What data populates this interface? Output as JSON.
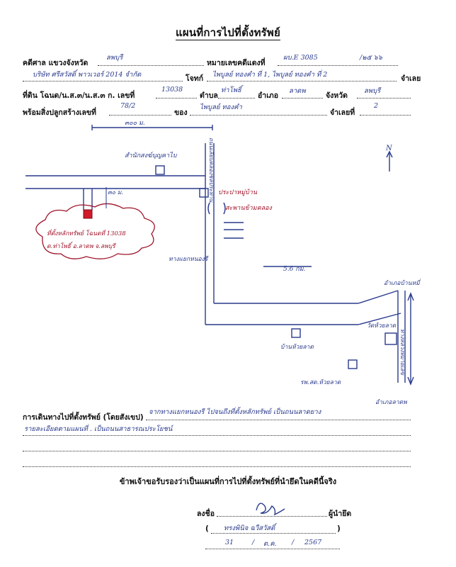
{
  "title": "แผนที่การไปที่ตั้งทรัพย์",
  "form": {
    "court_label": "คดีศาล แขวงจังหวัด",
    "court_value": "ลพบุรี",
    "case_no_label": "หมายเลขคดีแดงที่",
    "case_no_value": "ผบ.E 3085",
    "case_year": "/๒๕ ๖๖",
    "plaintiff_value": "บริษัท ศรีสวัสดิ์ พาวเวอร์ 2014 จำกัด",
    "plaintiff_label": "โจทก์",
    "defendant_value": "ไพบูลย์ ทองคำ ที่ 1, ไพบูลย์ ทองคำ ที่ 2",
    "defendant_label": "จำเลย",
    "land_label": "ที่ดิน โฉนด/น.ส.๓/น.ส.๓ ก. เลขที่",
    "land_no": "13038",
    "subdistrict_label": "ตำบล",
    "subdistrict_value": "ท่าโพธิ์",
    "district_label": "อำเภอ",
    "district_value": "ลาดพ",
    "province_label": "จังหวัด",
    "province_value": "ลพบุรี",
    "building_label": "พร้อมสิ่งปลูกสร้างเลขที่",
    "building_no": "78/2",
    "owner_label": "ของ",
    "owner_value": "ไพบูลย์ ทองคำ",
    "defendant_no_label": "จำเลยที่",
    "defendant_no_value": "2"
  },
  "map": {
    "dist_top": "๓๐๐ ม.",
    "dist_30": "๓๐ ม.",
    "dist_right": "5.6 กม.",
    "north": "N",
    "lm_office": "สำนักสงฆ์บุญคาไบ",
    "lm_canal_road": "ถนนเลียบคลองชลประทาน",
    "lm_gate": "ประปาหมู่บ้าน",
    "lm_bridge": "สะพานข้ามคลอง",
    "property_note_1": "ที่ตั้งหลักทรัพย์ โฉนดที่ 13038",
    "property_note_2": "ต.ท่าโพธิ์ อ.ลาดพ จ.ลพบุรี",
    "lm_junction": "ทางแยกหนองรี",
    "lm_right_town": "อำเภอบ้านหมี่",
    "lm_temple": "วัดห้วยลาด",
    "lm_school": "บ้านห้วยลาด",
    "lm_hospital": "รพ.สต.ห้วยลาด",
    "lm_highway": "ทางหลวงหมายเลข",
    "lm_bottom_town": "อำเภอลาดพ"
  },
  "directions": {
    "label": "การเดินทางไปที่ตั้งทรัพย์ (โดยสังเขป)",
    "line1": "จากทางแยกหนองรี ไปจนถึงที่ตั้งหลักทรัพย์ เป็นถนนลาดยาง",
    "line2": "รายละเอียดตามแผนที่ . เป็นถนนสาธารณประโยชน์"
  },
  "certification": "ข้าพเจ้าขอรับรองว่าเป็นแผนที่การไปที่ตั้งทรัพย์ที่นำยึดในคดีนี้จริง",
  "signature": {
    "sign_label": "ลงชื่อ",
    "role": "ผู้นำยึด",
    "name_value": "ทรงพินิจ ฉวีสวัสดิ์",
    "open_paren": "(",
    "close_paren": ")",
    "date_d": "31",
    "date_m": "ต.ค.",
    "date_y": "2567",
    "slash": "/"
  }
}
